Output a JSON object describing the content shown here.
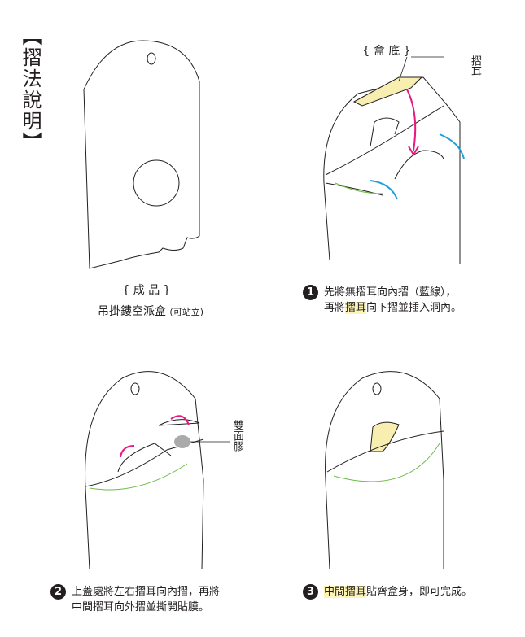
{
  "title": "【摺法說明】",
  "product": {
    "label": "{ 成 品 }",
    "name": "吊掛鏤空派盒",
    "note": "(可站立)"
  },
  "bottom": {
    "label": "{ 盒 底 }",
    "ear_label": "摺耳"
  },
  "tape_label": "雙面膠",
  "steps": [
    {
      "num": "1",
      "line1": "先將無摺耳向內摺（藍線），",
      "line2_pre": "再將",
      "line2_hl": "摺耳",
      "line2_post": "向下摺並插入洞內。"
    },
    {
      "num": "2",
      "line1": "上蓋處將左右摺耳向內摺，再將",
      "line2": "中間摺耳向外摺並撕開貼膜。"
    },
    {
      "num": "3",
      "hl": "中間摺耳",
      "rest": "貼齊盒身，即可完成。"
    }
  ],
  "colors": {
    "pink": "#e5197e",
    "blue": "#1ea0dc",
    "green": "#6cbd45",
    "yellow": "#f7eeb0",
    "tape": "#aaa"
  }
}
